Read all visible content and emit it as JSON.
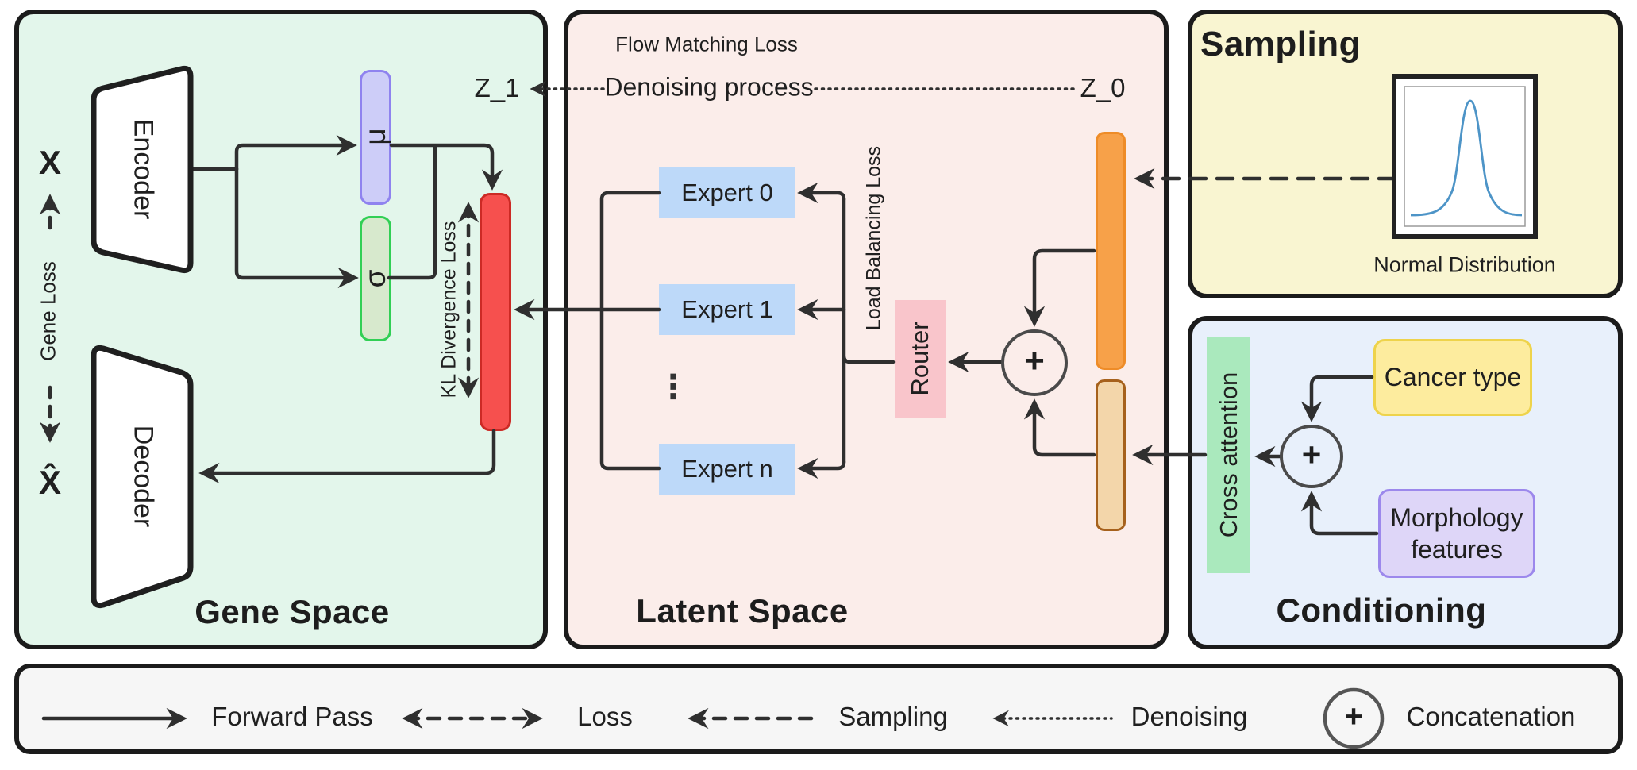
{
  "gene_space": {
    "title": "Gene Space",
    "x_label": "X",
    "x_hat_label": "X̂",
    "gene_loss_label": "Gene Loss",
    "encoder_label": "Encoder",
    "decoder_label": "Decoder",
    "mu_label": "μ",
    "sigma_label": "σ",
    "kl_divergence_label": "KL Divergence Loss",
    "z1_label": "Z_1"
  },
  "latent_space": {
    "title": "Latent Space",
    "flow_matching_label": "Flow Matching Loss",
    "denoising_label": "Denoising process",
    "z0_label": "Z_0",
    "expert_0": "Expert 0",
    "expert_1": "Expert 1",
    "expert_n": "Expert n",
    "experts_ellipsis": "⋮",
    "load_balancing_label": "Load Balancing Loss",
    "router_label": "Router",
    "concat_symbol": "+"
  },
  "sampling": {
    "title": "Sampling",
    "normal_distribution_label": "Normal Distribution"
  },
  "conditioning": {
    "title": "Conditioning",
    "cross_attention_label": "Cross attention",
    "cancer_type_label": "Cancer type",
    "morphology_label": "Morphology features",
    "concat_symbol": "+"
  },
  "legend": {
    "forward_pass": "Forward Pass",
    "loss": "Loss",
    "sampling": "Sampling",
    "denoising": "Denoising",
    "concatenation": "Concatenation",
    "concat_symbol": "+"
  },
  "colors": {
    "gene_panel_bg": "#e3f6eb",
    "latent_panel_bg": "#fbedea",
    "sampling_panel_bg": "#f9f5d1",
    "conditioning_panel_bg": "#e8f0fb",
    "legend_bg": "#f6f6f6",
    "panel_border": "#1b1b1b",
    "line": "#2f2f2f",
    "mu_fill": "#cdcdf8",
    "mu_border": "#8f83ef",
    "sigma_fill": "#d7e9cd",
    "sigma_border": "#31cf55",
    "latent_bar_fill": "#f6504e",
    "latent_bar_border": "#cc2a25",
    "expert_fill": "#bdd9f9",
    "router_fill": "#f9c5cb",
    "noise_bar_fill": "#f7a149",
    "noise_bar_border": "#ee8c28",
    "condition_bar_fill": "#f3d6aa",
    "condition_bar_border": "#a6611c",
    "cross_attention_fill": "#aae9bd",
    "cancer_fill": "#fdec9e",
    "cancer_border": "#eed34b",
    "morphology_fill": "#ded6f8",
    "morphology_border": "#9c88ec",
    "gaussian_curve": "#4d94c7"
  }
}
